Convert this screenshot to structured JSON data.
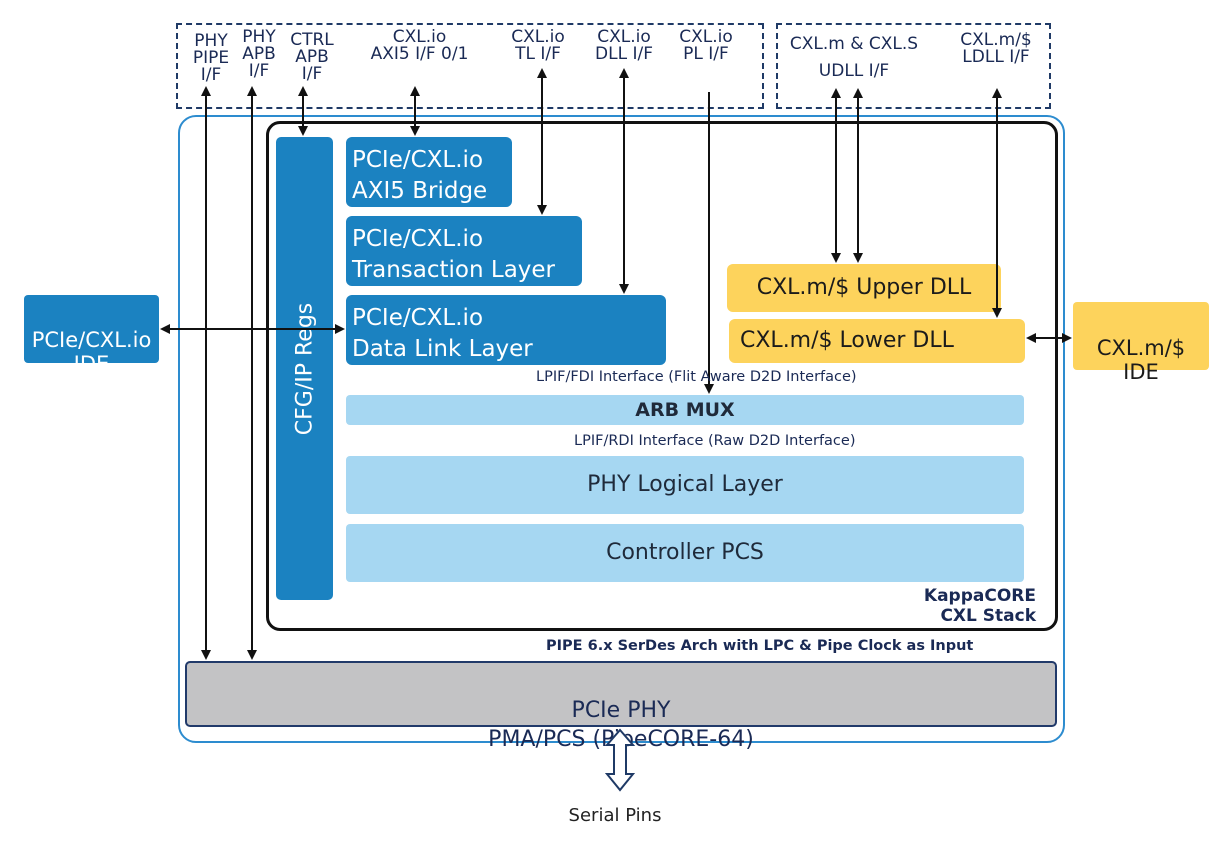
{
  "interfaces": {
    "phy_pipe": "PHY\nPIPE\nI/F",
    "phy_apb": "PHY\nAPB\nI/F",
    "ctrl_apb": "CTRL\nAPB\nI/F",
    "axi5": "CXL.io\nAXI5 I/F 0/1",
    "tl": "CXL.io\nTL I/F",
    "dll": "CXL.io\nDLL I/F",
    "pl": "CXL.io\nPL  I/F",
    "udll": "CXL.m & CXL.S\nUDLL I/F",
    "ldll": "CXL.m/$\nLDLL I/F"
  },
  "blocks": {
    "cfg_regs": "CFG/IP Regs",
    "axi5_bridge": "PCIe/CXL.io\nAXI5 Bridge",
    "transaction_layer": "PCIe/CXL.io\nTransaction Layer",
    "data_link_layer": "PCIe/CXL.io\nData Link Layer",
    "upper_dll": "CXL.m/$ Upper DLL",
    "lower_dll": "CXL.m/$ Lower DLL",
    "arb_mux": "ARB MUX",
    "phy_logical": "PHY Logical Layer",
    "controller_pcs": "Controller PCS"
  },
  "labels": {
    "fdi": "LPIF/FDI Interface (Flit Aware D2D Interface)",
    "rdi": "LPIF/RDI Interface (Raw D2D Interface)",
    "stack_name": "KappaCORE\nCXL Stack",
    "pipe_arch": "PIPE 6.x SerDes Arch with LPC & Pipe Clock as Input",
    "serial_pins": "Serial Pins"
  },
  "external": {
    "io_ide": "PCIe/CXL.io\nIDE",
    "mem_ide": "CXL.m/$\nIDE"
  },
  "phy": {
    "text": "PCIe PHY\nPMA/PCS (PipeCORE-64)"
  },
  "colors": {
    "block_blue": "#1b82c1",
    "block_light_blue": "#a6d7f2",
    "block_yellow": "#fdd35c",
    "phy_gray": "#c3c3c5",
    "outline_blue": "#2d8ccf",
    "text_navy": "#1a2a55"
  }
}
